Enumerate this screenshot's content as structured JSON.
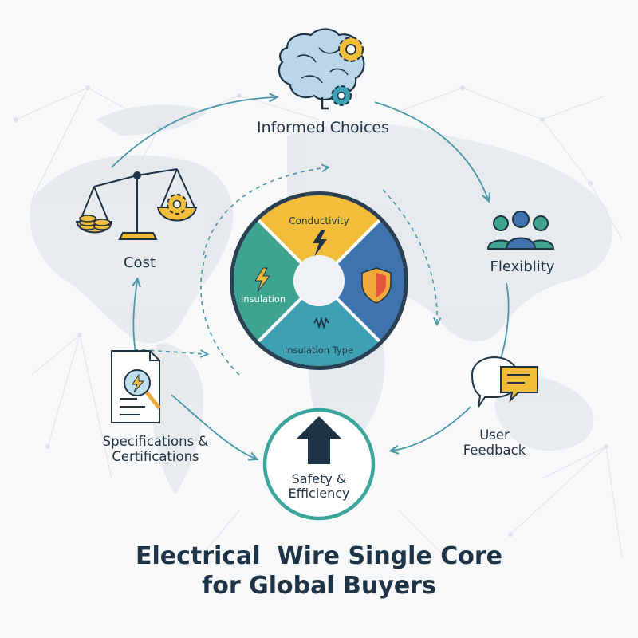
{
  "title": {
    "line1": "Electrical  Wire Single Core",
    "line2": "for Global Buyers"
  },
  "nodes": {
    "informed_choices": "Informed Choices",
    "cost": "Cost",
    "flexibility": "Flexiblity",
    "specifications": {
      "line1": "Specifications &",
      "line2": "Certifications"
    },
    "user_feedback": {
      "line1": "User",
      "line2": "Feedback"
    },
    "safety": {
      "line1": "Safety &",
      "line2": "Efficiency"
    }
  },
  "wheel": {
    "conductivity": "Conductivity",
    "insulation": "Insulation",
    "insulation_type": "Insulation Type"
  },
  "icons": [
    "brain-gears-icon",
    "balance-scale-icon",
    "coins-icon",
    "gear-icon",
    "people-group-icon",
    "document-magnifier-icon",
    "chat-bubbles-icon",
    "up-arrow-icon",
    "lightning-bolt-icon",
    "shield-icon",
    "spring-icon"
  ],
  "colors": {
    "teal": "#3aa59a",
    "yellow": "#f2bd3b",
    "green": "#3fa48f",
    "blue": "#3f73ad",
    "cyan": "#3ea0b3",
    "navy": "#1e3346",
    "arrow": "#4a97ab"
  }
}
